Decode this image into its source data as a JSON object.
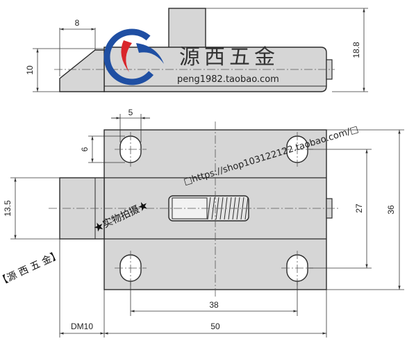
{
  "brand": {
    "name": "源西五金",
    "url": "peng1982.taobao.com"
  },
  "watermarks": {
    "shop_url": "□https://shop103122122.taobao.com/□",
    "photo_note": "★实物拍摄★",
    "bracket_brand": "【源 西 五 金】"
  },
  "colors": {
    "part_fill": "#d6d6d6",
    "outline": "#2b2b2b",
    "dim_line": "#333333",
    "logo_blue": "#1f4fa3",
    "logo_red": "#d9262b"
  },
  "dimensions": {
    "top_view": {
      "nose_width": "8",
      "nose_height": "10",
      "overall_height": "18.8"
    },
    "front_view": {
      "slot_width": "5",
      "slot_height": "6",
      "bolt_height": "13.5",
      "hole_pitch_vertical": "27",
      "body_height": "36",
      "hole_pitch_horizontal": "38",
      "bolt_protrusion": "DM10",
      "body_width": "50"
    }
  }
}
